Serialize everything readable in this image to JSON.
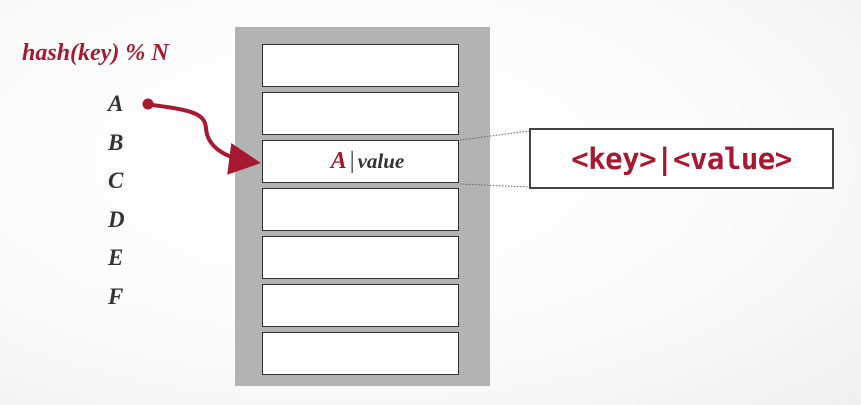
{
  "formula": "hash(key) % N",
  "keys": [
    "A",
    "B",
    "C",
    "D",
    "E",
    "F"
  ],
  "slots": [
    {
      "key": "",
      "value": ""
    },
    {
      "key": "",
      "value": ""
    },
    {
      "key": "A",
      "sep": "|",
      "value": "value"
    },
    {
      "key": "",
      "value": ""
    },
    {
      "key": "",
      "value": ""
    },
    {
      "key": "",
      "value": ""
    },
    {
      "key": "",
      "value": ""
    }
  ],
  "callout": "<key>|<value>",
  "colors": {
    "accent": "#a71930",
    "text": "#333333",
    "table_bg": "#b3b3b3"
  }
}
